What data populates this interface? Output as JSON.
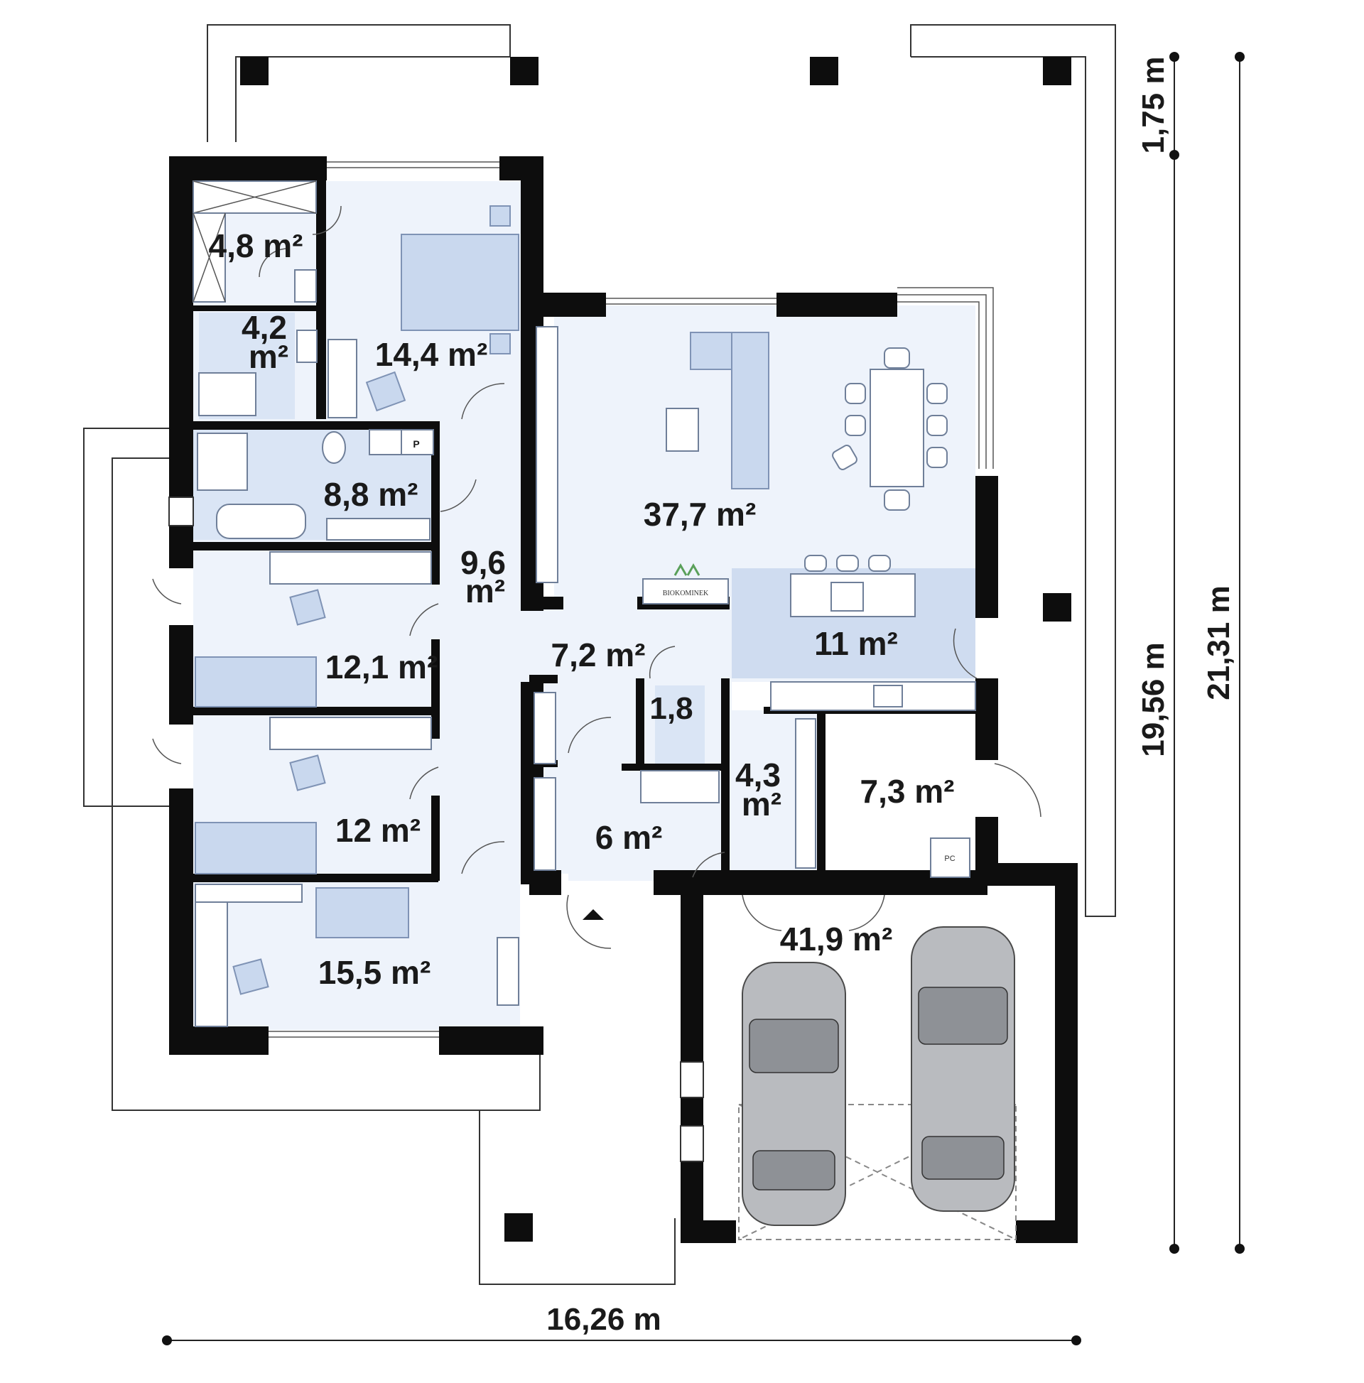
{
  "rooms": {
    "wardrobe": "4,8 m²",
    "wc_top_a": "4,2",
    "wc_top_b": "m²",
    "bedroom_master": "14,4 m²",
    "bathroom": "8,8 m²",
    "living": "37,7 m²",
    "hall_a": "9,6",
    "hall_b": "m²",
    "bedroom_2": "12,1 m²",
    "bedroom_3": "12 m²",
    "office": "15,5 m²",
    "hall_center": "7,2 m²",
    "wc_small": "1,8",
    "kitchen": "11 m²",
    "pantry_a": "4,3",
    "pantry_b": "m²",
    "vestibule": "6 m²",
    "utility": "7,3 m²",
    "garage": "41,9 m²"
  },
  "dimensions": {
    "width": "16,26 m",
    "depth_total": "21,31 m",
    "depth_house": "19,56 m",
    "depth_terrace": "1,75 m"
  },
  "fireplace_label": "BIOKOMINEK",
  "bath_p": "P",
  "boiler_label": "PC",
  "colors": {
    "wall": "#0d0d0d",
    "floor": "#eef3fb",
    "kitchen_floor": "#cfdcf0",
    "furniture": "#c9d8ee"
  }
}
